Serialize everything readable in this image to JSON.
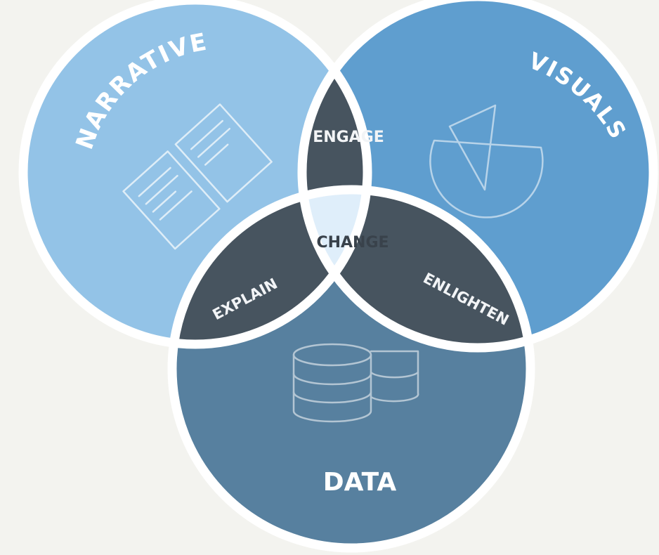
{
  "circles": {
    "narrative": {
      "label": "NARRATIVE",
      "color": "#93c3e7",
      "icon": "document-icon"
    },
    "visuals": {
      "label": "VISUALS",
      "color": "#5f9ecf",
      "icon": "pie-chart-icon"
    },
    "data": {
      "label": "DATA",
      "color": "#57809f",
      "icon": "database-icon"
    }
  },
  "intersections": {
    "engage": {
      "label": "ENGAGE",
      "color": "#47545f"
    },
    "explain": {
      "label": "EXPLAIN",
      "color": "#47545f"
    },
    "enlighten": {
      "label": "ENLIGHTEN",
      "color": "#47545f"
    },
    "change": {
      "label": "CHANGE",
      "color": "#dfeefa"
    }
  },
  "colors": {
    "background": "#f3f3ef",
    "outline": "#ffffff",
    "dark_text": "#39424b"
  }
}
